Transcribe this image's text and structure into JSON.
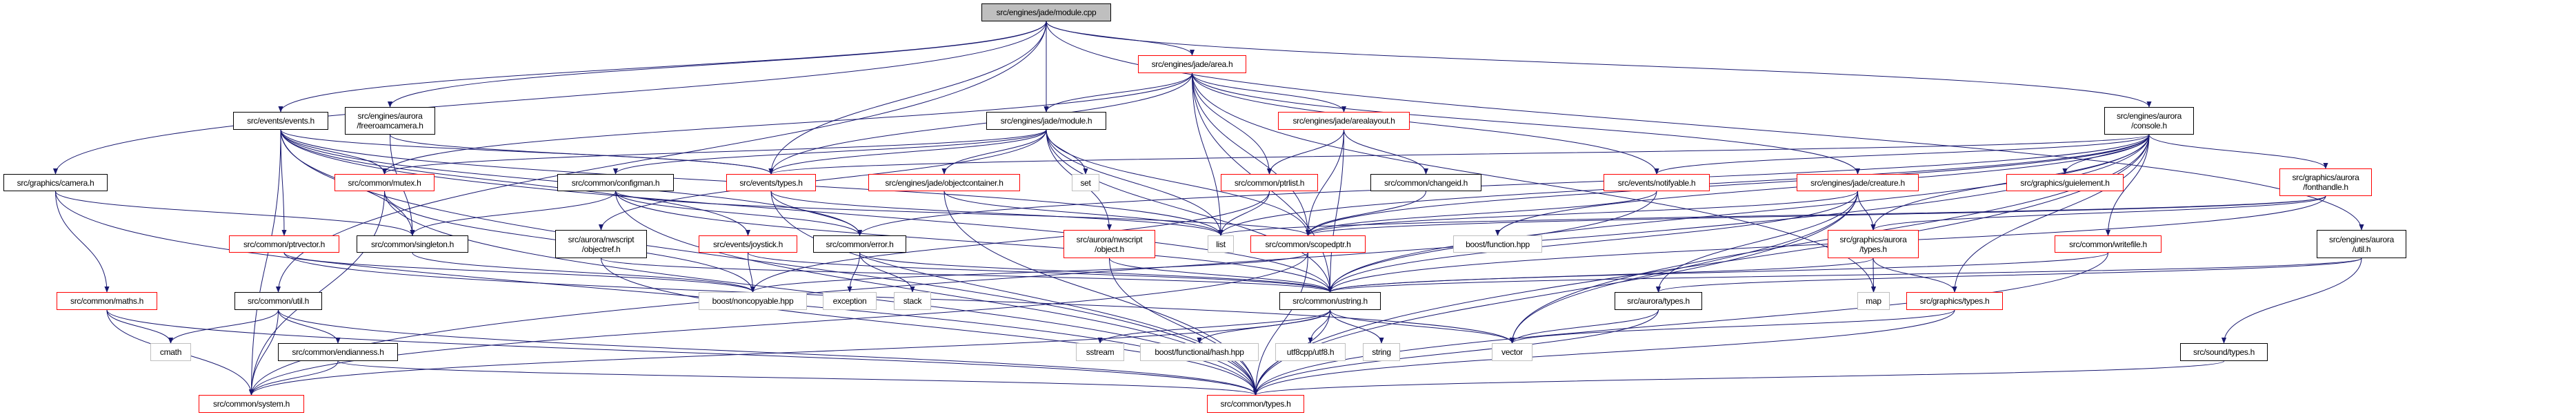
{
  "colors": {
    "edge": "#191970",
    "red": "#ff0000",
    "black": "#000000",
    "gray": "#bfbfbf",
    "root_fill": "#bfbfbf"
  },
  "nodes": [
    {
      "id": "root",
      "label": [
        "src/engines/jade/module.cpp"
      ],
      "style": "root"
    },
    {
      "id": "area",
      "label": [
        "src/engines/jade/area.h"
      ],
      "style": "red"
    },
    {
      "id": "module_h",
      "label": [
        "src/engines/jade/module.h"
      ],
      "style": "black"
    },
    {
      "id": "events_h",
      "label": [
        "src/events/events.h"
      ],
      "style": "black"
    },
    {
      "id": "freeroam",
      "label": [
        "src/engines/aurora",
        "/freeroamcamera.h"
      ],
      "style": "black"
    },
    {
      "id": "arealayout",
      "label": [
        "src/engines/jade/arealayout.h"
      ],
      "style": "red"
    },
    {
      "id": "console",
      "label": [
        "src/engines/aurora",
        "/console.h"
      ],
      "style": "black"
    },
    {
      "id": "camera",
      "label": [
        "src/graphics/camera.h"
      ],
      "style": "black"
    },
    {
      "id": "mutex",
      "label": [
        "src/common/mutex.h"
      ],
      "style": "red"
    },
    {
      "id": "configman",
      "label": [
        "src/common/configman.h"
      ],
      "style": "black"
    },
    {
      "id": "evtypes",
      "label": [
        "src/events/types.h"
      ],
      "style": "red"
    },
    {
      "id": "objcont",
      "label": [
        "src/engines/jade/objectcontainer.h"
      ],
      "style": "red"
    },
    {
      "id": "set",
      "label": [
        "set"
      ],
      "style": "gray"
    },
    {
      "id": "ptrlist",
      "label": [
        "src/common/ptrlist.h"
      ],
      "style": "red"
    },
    {
      "id": "changeid",
      "label": [
        "src/common/changeid.h"
      ],
      "style": "black"
    },
    {
      "id": "notifyable",
      "label": [
        "src/events/notifyable.h"
      ],
      "style": "red"
    },
    {
      "id": "creature",
      "label": [
        "src/engines/jade/creature.h"
      ],
      "style": "red"
    },
    {
      "id": "guielement",
      "label": [
        "src/graphics/guielement.h"
      ],
      "style": "red"
    },
    {
      "id": "fonthandle",
      "label": [
        "src/graphics/aurora",
        "/fonthandle.h"
      ],
      "style": "red"
    },
    {
      "id": "ptrvector",
      "label": [
        "src/common/ptrvector.h"
      ],
      "style": "red"
    },
    {
      "id": "singleton",
      "label": [
        "src/common/singleton.h"
      ],
      "style": "black"
    },
    {
      "id": "objectref",
      "label": [
        "src/aurora/nwscript",
        "/objectref.h"
      ],
      "style": "black"
    },
    {
      "id": "joystick",
      "label": [
        "src/events/joystick.h"
      ],
      "style": "red"
    },
    {
      "id": "error",
      "label": [
        "src/common/error.h"
      ],
      "style": "black"
    },
    {
      "id": "object",
      "label": [
        "src/aurora/nwscript",
        "/object.h"
      ],
      "style": "red"
    },
    {
      "id": "list",
      "label": [
        "list"
      ],
      "style": "gray"
    },
    {
      "id": "scopedptr",
      "label": [
        "src/common/scopedptr.h"
      ],
      "style": "red"
    },
    {
      "id": "function",
      "label": [
        "boost/function.hpp"
      ],
      "style": "gray"
    },
    {
      "id": "gatypes",
      "label": [
        "src/graphics/aurora",
        "/types.h"
      ],
      "style": "red"
    },
    {
      "id": "writefile",
      "label": [
        "src/common/writefile.h"
      ],
      "style": "red"
    },
    {
      "id": "autil",
      "label": [
        "src/engines/aurora",
        "/util.h"
      ],
      "style": "black"
    },
    {
      "id": "maths",
      "label": [
        "src/common/maths.h"
      ],
      "style": "red"
    },
    {
      "id": "util",
      "label": [
        "src/common/util.h"
      ],
      "style": "black"
    },
    {
      "id": "noncopy",
      "label": [
        "boost/noncopyable.hpp"
      ],
      "style": "gray"
    },
    {
      "id": "exception",
      "label": [
        "exception"
      ],
      "style": "gray"
    },
    {
      "id": "stack",
      "label": [
        "stack"
      ],
      "style": "gray"
    },
    {
      "id": "ustring",
      "label": [
        "src/common/ustring.h"
      ],
      "style": "black"
    },
    {
      "id": "atypes",
      "label": [
        "src/aurora/types.h"
      ],
      "style": "black"
    },
    {
      "id": "map",
      "label": [
        "map"
      ],
      "style": "gray"
    },
    {
      "id": "gtypes",
      "label": [
        "src/graphics/types.h"
      ],
      "style": "red"
    },
    {
      "id": "cmath",
      "label": [
        "cmath"
      ],
      "style": "gray"
    },
    {
      "id": "endian",
      "label": [
        "src/common/endianness.h"
      ],
      "style": "black"
    },
    {
      "id": "sstream",
      "label": [
        "sstream"
      ],
      "style": "gray"
    },
    {
      "id": "hash",
      "label": [
        "boost/functional/hash.hpp"
      ],
      "style": "gray"
    },
    {
      "id": "utf8",
      "label": [
        "utf8cpp/utf8.h"
      ],
      "style": "gray"
    },
    {
      "id": "string",
      "label": [
        "string"
      ],
      "style": "gray"
    },
    {
      "id": "vector",
      "label": [
        "vector"
      ],
      "style": "gray"
    },
    {
      "id": "soundtypes",
      "label": [
        "src/sound/types.h"
      ],
      "style": "black"
    },
    {
      "id": "system",
      "label": [
        "src/common/system.h"
      ],
      "style": "red"
    },
    {
      "id": "types",
      "label": [
        "src/common/types.h"
      ],
      "style": "red"
    }
  ],
  "edges": [
    [
      "root",
      "area"
    ],
    [
      "root",
      "module_h"
    ],
    [
      "root",
      "events_h"
    ],
    [
      "root",
      "freeroam"
    ],
    [
      "root",
      "camera"
    ],
    [
      "root",
      "util"
    ],
    [
      "root",
      "console"
    ],
    [
      "root",
      "autil"
    ],
    [
      "root",
      "evtypes"
    ],
    [
      "area",
      "module_h"
    ],
    [
      "area",
      "evtypes"
    ],
    [
      "area",
      "arealayout"
    ],
    [
      "area",
      "ptrlist"
    ],
    [
      "area",
      "ustring"
    ],
    [
      "area",
      "notifyable"
    ],
    [
      "area",
      "creature"
    ],
    [
      "area",
      "map"
    ],
    [
      "area",
      "list"
    ],
    [
      "area",
      "scopedptr"
    ],
    [
      "area",
      "mutex"
    ],
    [
      "module_h",
      "evtypes"
    ],
    [
      "module_h",
      "configman"
    ],
    [
      "module_h",
      "objcont"
    ],
    [
      "module_h",
      "set"
    ],
    [
      "module_h",
      "list"
    ],
    [
      "module_h",
      "object"
    ],
    [
      "module_h",
      "ustring"
    ],
    [
      "module_h",
      "objectref"
    ],
    [
      "module_h",
      "scopedptr"
    ],
    [
      "module_h",
      "mutex"
    ],
    [
      "events_h",
      "mutex"
    ],
    [
      "events_h",
      "singleton"
    ],
    [
      "events_h",
      "ptrvector"
    ],
    [
      "events_h",
      "evtypes"
    ],
    [
      "events_h",
      "joystick"
    ],
    [
      "events_h",
      "system"
    ],
    [
      "events_h",
      "types"
    ],
    [
      "events_h",
      "ustring"
    ],
    [
      "events_h",
      "error"
    ],
    [
      "events_h",
      "list"
    ],
    [
      "freeroam",
      "singleton"
    ],
    [
      "freeroam",
      "evtypes"
    ],
    [
      "camera",
      "singleton"
    ],
    [
      "camera",
      "maths"
    ],
    [
      "camera",
      "types"
    ],
    [
      "configman",
      "singleton"
    ],
    [
      "configman",
      "error"
    ],
    [
      "configman",
      "ustring"
    ],
    [
      "configman",
      "types"
    ],
    [
      "configman",
      "scopedptr"
    ],
    [
      "mutex",
      "noncopy"
    ],
    [
      "mutex",
      "types"
    ],
    [
      "mutex",
      "system"
    ],
    [
      "ptrvector",
      "noncopy"
    ],
    [
      "ptrvector",
      "vector"
    ],
    [
      "singleton",
      "noncopy"
    ],
    [
      "objectref",
      "types"
    ],
    [
      "objectref",
      "ustring"
    ],
    [
      "maths",
      "cmath"
    ],
    [
      "maths",
      "system"
    ],
    [
      "maths",
      "types"
    ],
    [
      "util",
      "cmath"
    ],
    [
      "util",
      "endian"
    ],
    [
      "util",
      "system"
    ],
    [
      "util",
      "types"
    ],
    [
      "endian",
      "system"
    ],
    [
      "endian",
      "types"
    ],
    [
      "evtypes",
      "error"
    ],
    [
      "evtypes",
      "list"
    ],
    [
      "evtypes",
      "types"
    ],
    [
      "joystick",
      "noncopy"
    ],
    [
      "joystick",
      "ustring"
    ],
    [
      "error",
      "exception"
    ],
    [
      "error",
      "stack"
    ],
    [
      "error",
      "ustring"
    ],
    [
      "objcont",
      "types"
    ],
    [
      "objcont",
      "list"
    ],
    [
      "object",
      "types"
    ],
    [
      "object",
      "ustring"
    ],
    [
      "ptrlist",
      "list"
    ],
    [
      "ptrlist",
      "noncopy"
    ],
    [
      "arealayout",
      "ptrlist"
    ],
    [
      "arealayout",
      "changeid"
    ],
    [
      "arealayout",
      "scopedptr"
    ],
    [
      "arealayout",
      "ustring"
    ],
    [
      "changeid",
      "scopedptr"
    ],
    [
      "scopedptr",
      "noncopy"
    ],
    [
      "scopedptr",
      "types"
    ],
    [
      "scopedptr",
      "system"
    ],
    [
      "ustring",
      "sstream"
    ],
    [
      "ustring",
      "hash"
    ],
    [
      "ustring",
      "utf8"
    ],
    [
      "ustring",
      "string"
    ],
    [
      "ustring",
      "vector"
    ],
    [
      "ustring",
      "types"
    ],
    [
      "ustring",
      "system"
    ],
    [
      "notifyable",
      "ustring"
    ],
    [
      "notifyable",
      "scopedptr"
    ],
    [
      "creature",
      "atypes"
    ],
    [
      "creature",
      "gatypes"
    ],
    [
      "creature",
      "ustring"
    ],
    [
      "creature",
      "types"
    ],
    [
      "creature",
      "vector"
    ],
    [
      "creature",
      "scopedptr"
    ],
    [
      "gatypes",
      "map"
    ],
    [
      "gatypes",
      "gtypes"
    ],
    [
      "gatypes",
      "ustring"
    ],
    [
      "gtypes",
      "types"
    ],
    [
      "gtypes",
      "vector"
    ],
    [
      "atypes",
      "vector"
    ],
    [
      "atypes",
      "types"
    ],
    [
      "console",
      "guielement"
    ],
    [
      "console",
      "fonthandle"
    ],
    [
      "console",
      "writefile"
    ],
    [
      "console",
      "gtypes"
    ],
    [
      "console",
      "ustring"
    ],
    [
      "console",
      "list"
    ],
    [
      "console",
      "evtypes"
    ],
    [
      "console",
      "notifyable"
    ],
    [
      "console",
      "scopedptr"
    ],
    [
      "console",
      "vector"
    ],
    [
      "console",
      "types"
    ],
    [
      "console",
      "gatypes"
    ],
    [
      "console",
      "function"
    ],
    [
      "console",
      "system"
    ],
    [
      "console",
      "error"
    ],
    [
      "fonthandle",
      "gatypes"
    ],
    [
      "fonthandle",
      "scopedptr"
    ],
    [
      "fonthandle",
      "list"
    ],
    [
      "fonthandle",
      "ustring"
    ],
    [
      "writefile",
      "types"
    ],
    [
      "writefile",
      "ustring"
    ],
    [
      "autil",
      "soundtypes"
    ],
    [
      "autil",
      "ustring"
    ],
    [
      "autil",
      "atypes"
    ],
    [
      "soundtypes",
      "types"
    ]
  ]
}
